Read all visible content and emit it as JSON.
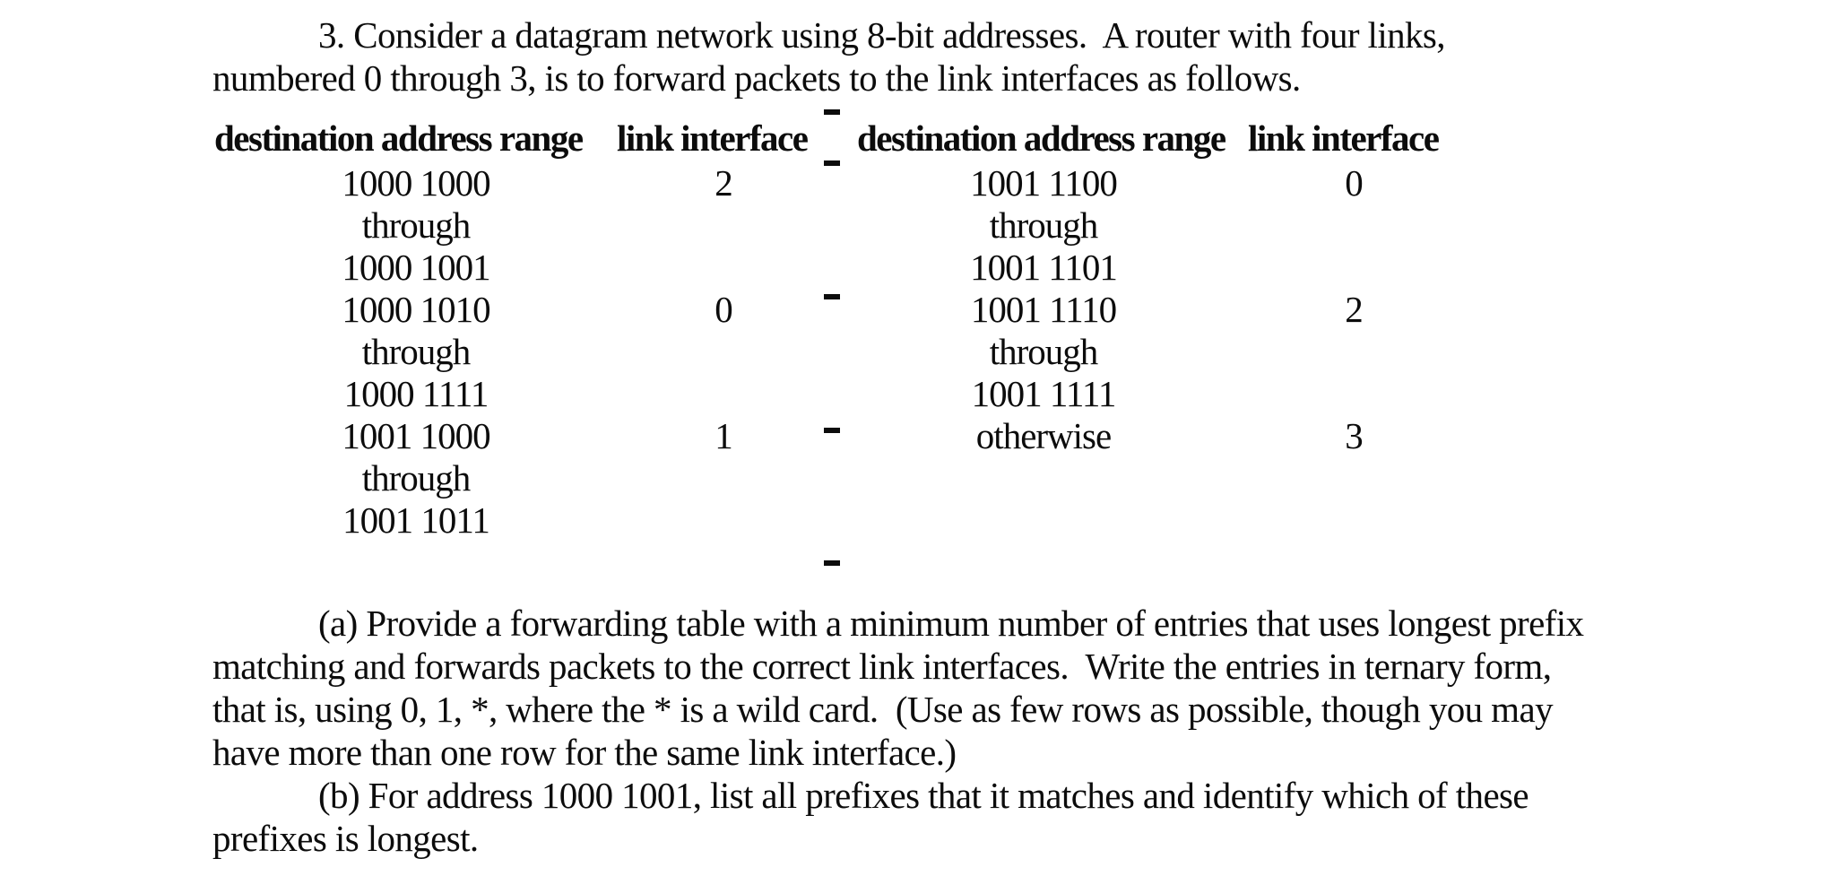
{
  "intro": {
    "line1": "3. Consider a datagram network using 8-bit addresses.  A router with four links,",
    "line2": "numbered 0 through 3, is to forward packets to the link interfaces as follows."
  },
  "table": {
    "separator_mark_count": 5,
    "left": {
      "header_range": "destination address range",
      "header_interface": "link interface",
      "rows": [
        {
          "lines": [
            "1000 1000",
            "through",
            "1000 1001"
          ],
          "interface": "2"
        },
        {
          "lines": [
            "1000 1010",
            "through",
            "1000 1111"
          ],
          "interface": "0"
        },
        {
          "lines": [
            "1001 1000",
            "through",
            "1001 1011"
          ],
          "interface": "1"
        }
      ]
    },
    "right": {
      "header_range": "destination address range",
      "header_interface": "link interface",
      "rows": [
        {
          "lines": [
            "1001 1100",
            "through",
            "1001 1101"
          ],
          "interface": "0"
        },
        {
          "lines": [
            "1001 1110",
            "through",
            "1001 1111"
          ],
          "interface": "2"
        },
        {
          "lines": [
            "otherwise"
          ],
          "interface": "3"
        }
      ]
    }
  },
  "question_a": {
    "line1": "(a) Provide a forwarding table with a minimum number of entries that uses longest prefix",
    "line2": "matching and forwards packets to the correct link interfaces.  Write the entries in ternary form,",
    "line3": "that is, using 0, 1, *, where the * is a wild card.  (Use as few rows as possible, though you may",
    "line4": "have more than one row for the same link interface.)",
    "line5": "(b) For address 1000 1001, list all prefixes that it matches and identify which of these",
    "line6": "prefixes is longest."
  }
}
